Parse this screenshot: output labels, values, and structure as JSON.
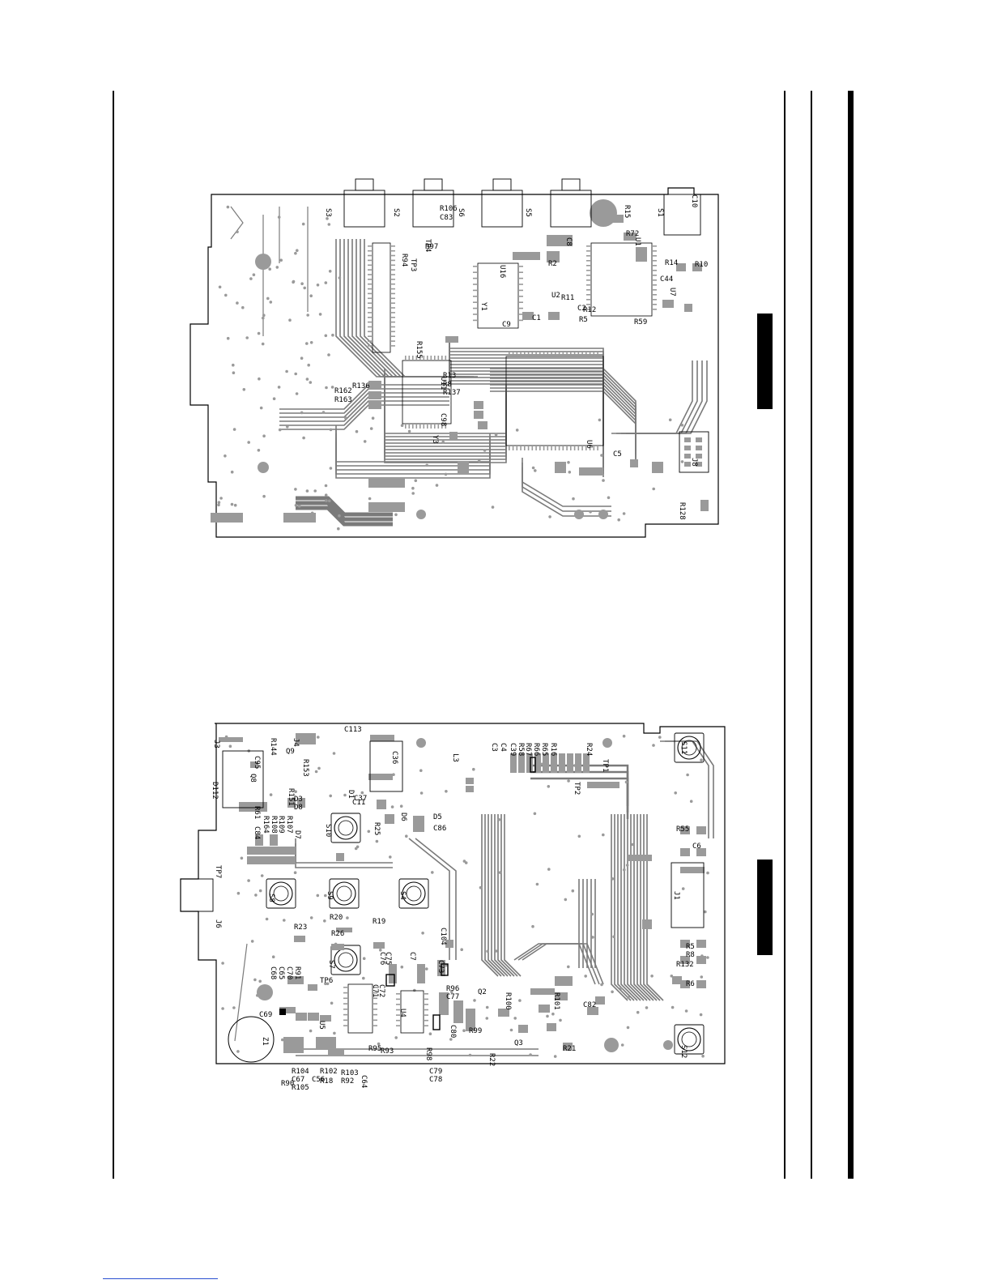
{
  "colors": {
    "ink": "#000000",
    "copper": "#7a7a7a",
    "pad": "#9a9a9a",
    "paper": "#ffffff",
    "link": "#2a4fd1"
  },
  "top_board": {
    "labels": [
      {
        "t": "S3"
      },
      {
        "t": "S2"
      },
      {
        "t": "S6"
      },
      {
        "t": "S5"
      },
      {
        "t": "S1"
      },
      {
        "t": "R106"
      },
      {
        "t": "C83"
      },
      {
        "t": "R15"
      },
      {
        "t": "R72"
      },
      {
        "t": "C10"
      },
      {
        "t": "R97"
      },
      {
        "t": "TP4"
      },
      {
        "t": "TP3"
      },
      {
        "t": "R94"
      },
      {
        "t": "U16"
      },
      {
        "t": "C8"
      },
      {
        "t": "U1"
      },
      {
        "t": "R2"
      },
      {
        "t": "R14"
      },
      {
        "t": "R10"
      },
      {
        "t": "C44"
      },
      {
        "t": "U7"
      },
      {
        "t": "U2"
      },
      {
        "t": "Y1"
      },
      {
        "t": "R11"
      },
      {
        "t": "R12"
      },
      {
        "t": "C2"
      },
      {
        "t": "R5"
      },
      {
        "t": "R59"
      },
      {
        "t": "C9"
      },
      {
        "t": "C1"
      },
      {
        "t": "R155"
      },
      {
        "t": "U11"
      },
      {
        "t": "R13"
      },
      {
        "t": "R8"
      },
      {
        "t": "R137"
      },
      {
        "t": "R136"
      },
      {
        "t": "R162"
      },
      {
        "t": "R163"
      },
      {
        "t": "C98"
      },
      {
        "t": "Y3"
      },
      {
        "t": "U6"
      },
      {
        "t": "C5"
      },
      {
        "t": "J8"
      },
      {
        "t": "R128"
      }
    ]
  },
  "bottom_board": {
    "labels": [
      {
        "t": "J3"
      },
      {
        "t": "R144"
      },
      {
        "t": "J4"
      },
      {
        "t": "C113"
      },
      {
        "t": "C36"
      },
      {
        "t": "C95"
      },
      {
        "t": "Q9"
      },
      {
        "t": "R153"
      },
      {
        "t": "L3"
      },
      {
        "t": "C3"
      },
      {
        "t": "C4"
      },
      {
        "t": "C39"
      },
      {
        "t": "R58"
      },
      {
        "t": "R67"
      },
      {
        "t": "R66"
      },
      {
        "t": "R65"
      },
      {
        "t": "R16"
      },
      {
        "t": "R24"
      },
      {
        "t": "TP1"
      },
      {
        "t": "TP2"
      },
      {
        "t": "S11"
      },
      {
        "t": "D112"
      },
      {
        "t": "Q8"
      },
      {
        "t": "R151"
      },
      {
        "t": "R61"
      },
      {
        "t": "D3"
      },
      {
        "t": "D8"
      },
      {
        "t": "D7"
      },
      {
        "t": "D1"
      },
      {
        "t": "C11"
      },
      {
        "t": "C37"
      },
      {
        "t": "R108"
      },
      {
        "t": "R109"
      },
      {
        "t": "R107"
      },
      {
        "t": "R164"
      },
      {
        "t": "C84"
      },
      {
        "t": "S10"
      },
      {
        "t": "R25"
      },
      {
        "t": "D6"
      },
      {
        "t": "D5"
      },
      {
        "t": "C86"
      },
      {
        "t": "R55"
      },
      {
        "t": "C6"
      },
      {
        "t": "J1"
      },
      {
        "t": "TP7"
      },
      {
        "t": "S8"
      },
      {
        "t": "S9"
      },
      {
        "t": "S4"
      },
      {
        "t": "J6"
      },
      {
        "t": "R20"
      },
      {
        "t": "R19"
      },
      {
        "t": "R23"
      },
      {
        "t": "R26"
      },
      {
        "t": "C104"
      },
      {
        "t": "R5"
      },
      {
        "t": "R8"
      },
      {
        "t": "R132"
      },
      {
        "t": "R6"
      },
      {
        "t": "S7"
      },
      {
        "t": "C76"
      },
      {
        "t": "C75"
      },
      {
        "t": "C7"
      },
      {
        "t": "C73"
      },
      {
        "t": "R91"
      },
      {
        "t": "C70"
      },
      {
        "t": "C65"
      },
      {
        "t": "C68"
      },
      {
        "t": "TP6"
      },
      {
        "t": "C71"
      },
      {
        "t": "C72"
      },
      {
        "t": "R96"
      },
      {
        "t": "C77"
      },
      {
        "t": "R100"
      },
      {
        "t": "Q2"
      },
      {
        "t": "R101"
      },
      {
        "t": "C82"
      },
      {
        "t": "C69"
      },
      {
        "t": "U5"
      },
      {
        "t": "U4"
      },
      {
        "t": "R95"
      },
      {
        "t": "R93"
      },
      {
        "t": "C80"
      },
      {
        "t": "R99"
      },
      {
        "t": "Q3"
      },
      {
        "t": "R22"
      },
      {
        "t": "R21"
      },
      {
        "t": "S12"
      },
      {
        "t": "Z1"
      },
      {
        "t": "R98"
      },
      {
        "t": "R104"
      },
      {
        "t": "R102"
      },
      {
        "t": "R103"
      },
      {
        "t": "C64"
      },
      {
        "t": "C67"
      },
      {
        "t": "C56"
      },
      {
        "t": "R90"
      },
      {
        "t": "R105"
      },
      {
        "t": "R18"
      },
      {
        "t": "R92"
      },
      {
        "t": "C79"
      },
      {
        "t": "C78"
      }
    ]
  }
}
